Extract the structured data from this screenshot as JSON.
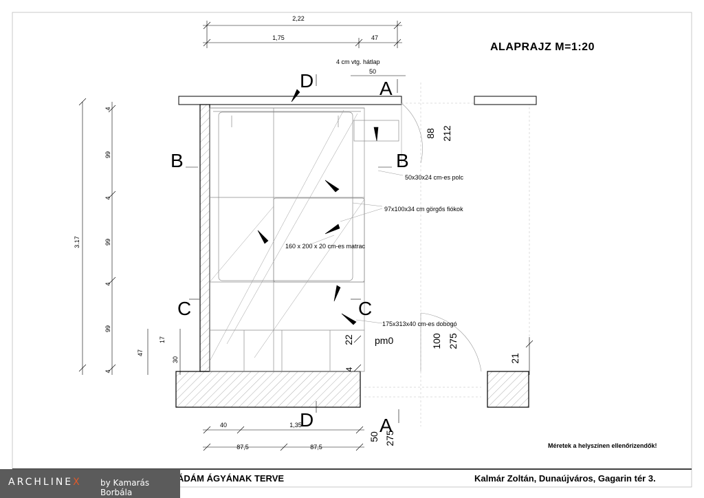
{
  "title": "ALAPRAJZ   M=1:20",
  "note": "Méretek a helyszínen ellenőrizendők!",
  "footer": {
    "title": "ÁDÁM ÁGYÁNAK TERVE",
    "address": "Kalmár Zoltán, Dunaújváros, Gagarin tér 3.",
    "logo_brand": "ARCHLINE",
    "logo_mark": "X",
    "logo_by": "by Kamarás Borbála"
  },
  "section_marks": {
    "a_top": "A",
    "a_bottom": "A",
    "b_left": "B",
    "b_right": "B",
    "c_left": "C",
    "c_right": "C",
    "d_top": "D",
    "d_bottom": "D"
  },
  "dimensions": {
    "top_total": "2,22",
    "top_left": "1,75",
    "top_right": "47",
    "backboard_note": "4 cm vtg. hátlap",
    "backboard_width": "50",
    "left_total": "3.17",
    "left_4a": "4",
    "left_99a": "99",
    "left_4b": "4",
    "left_99b": "99",
    "left_4c": "4",
    "left_99c": "99",
    "left_4d": "4",
    "left_47": "47",
    "left_17": "17",
    "left_30": "30",
    "door_88": "88",
    "door_212": "212",
    "door_100": "100",
    "door_275": "275",
    "mid_22": "22",
    "mid_4": "4",
    "mid_21": "21",
    "bottom_40": "40",
    "bottom_135": "1,35",
    "bottom_875a": "87,5",
    "bottom_875b": "87,5",
    "bottom_50": "50",
    "bottom_275": "275"
  },
  "labels": {
    "shelf": "50x30x24 cm-es polc",
    "drawers": "97x100x34 cm görgős fiókok",
    "mattress": "160 x 200 x 20 cm-es matrac",
    "platform": "175x313x40 cm-es dobogó",
    "level": "pm0"
  }
}
